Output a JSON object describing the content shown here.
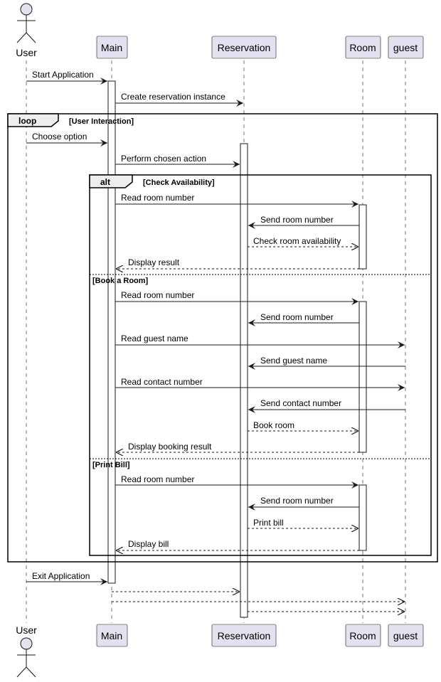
{
  "participants": {
    "user": "User",
    "main": "Main",
    "reservation": "Reservation",
    "room": "Room",
    "guest": "guest"
  },
  "loop": {
    "keyword": "loop",
    "guard": "[User Interaction]"
  },
  "alt": {
    "keyword": "alt",
    "branch1": "[Check Availability]",
    "branch2": "[Book a Room]",
    "branch3": "[Print Bill]"
  },
  "messages": {
    "m1": "Start Application",
    "m2": "Create reservation instance",
    "m3": "Choose option",
    "m4": "Perform chosen action",
    "m5": "Read room number",
    "m6": "Send room number",
    "m7": "Check room availability",
    "m8": "Display result",
    "m9": "Read room number",
    "m10": "Send room number",
    "m11": "Read guest name",
    "m12": "Send guest name",
    "m13": "Read contact number",
    "m14": "Send contact number",
    "m15": "Book room",
    "m16": "Display booking result",
    "m17": "Read room number",
    "m18": "Send room number",
    "m19": "Print bill",
    "m20": "Display bill",
    "m21": "Exit Application"
  },
  "colors": {
    "participant_fill": "#E2E2F0",
    "participant_stroke": "#181818",
    "lifeline": "#181818",
    "activation_fill": "#FFFFFF",
    "frame_stroke": "#000000",
    "frame_label_fill": "#EEEEEE",
    "arrow": "#181818"
  }
}
